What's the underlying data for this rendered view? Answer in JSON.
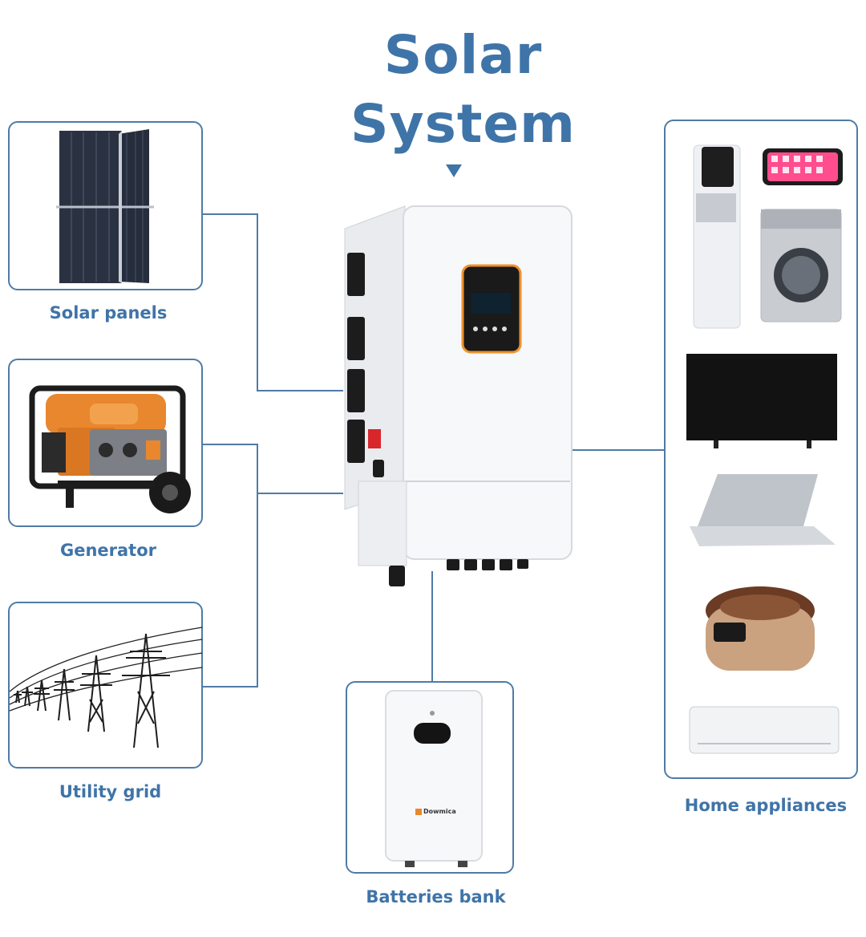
{
  "title": {
    "line1": "Solar",
    "line2": "System"
  },
  "sources": [
    {
      "label": "Solar panels"
    },
    {
      "label": "Generator"
    },
    {
      "label": "Utility grid"
    }
  ],
  "battery": {
    "label": "Batteries bank",
    "brand": "Dowmica"
  },
  "appliances": {
    "label": "Home appliances"
  },
  "colors": {
    "accent": "#3f74a8",
    "border": "#4f7ba6",
    "generator_orange": "#e8872e",
    "inverter_orange": "#f0912b"
  }
}
